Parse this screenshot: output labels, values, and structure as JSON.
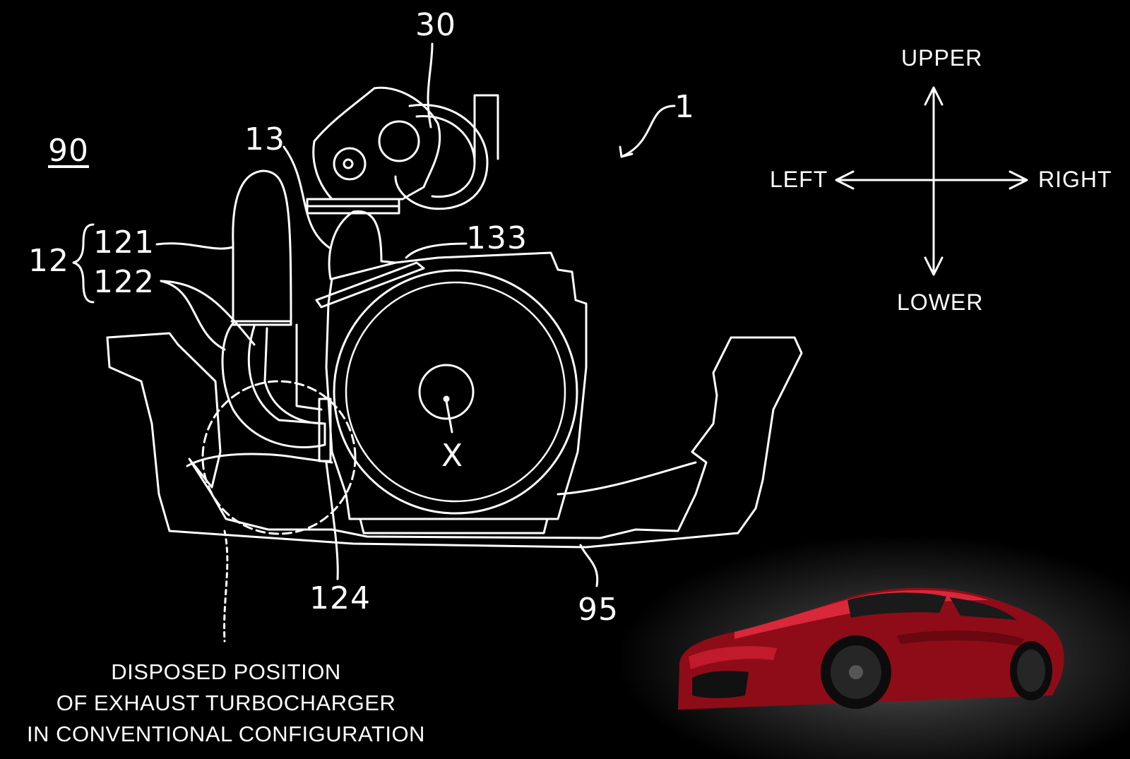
{
  "figure": {
    "ref_main": "1",
    "ref_90": "90",
    "ref_30": "30",
    "ref_13": "13",
    "ref_12": "12",
    "ref_121": "121",
    "ref_122": "122",
    "ref_133": "133",
    "ref_124": "124",
    "ref_95": "95",
    "axis_mark": "X"
  },
  "directions": {
    "upper": "UPPER",
    "lower": "LOWER",
    "left": "LEFT",
    "right": "RIGHT"
  },
  "caption": {
    "line1": "DISPOSED POSITION",
    "line2": "OF EXHAUST TURBOCHARGER",
    "line3": "IN CONVENTIONAL CONFIGURATION"
  },
  "colors": {
    "background": "#000000",
    "line": "#ffffff",
    "car_body": "#b0101e"
  },
  "icons": {
    "car": "red-sports-car-image",
    "compass": "direction-arrows-icon"
  }
}
